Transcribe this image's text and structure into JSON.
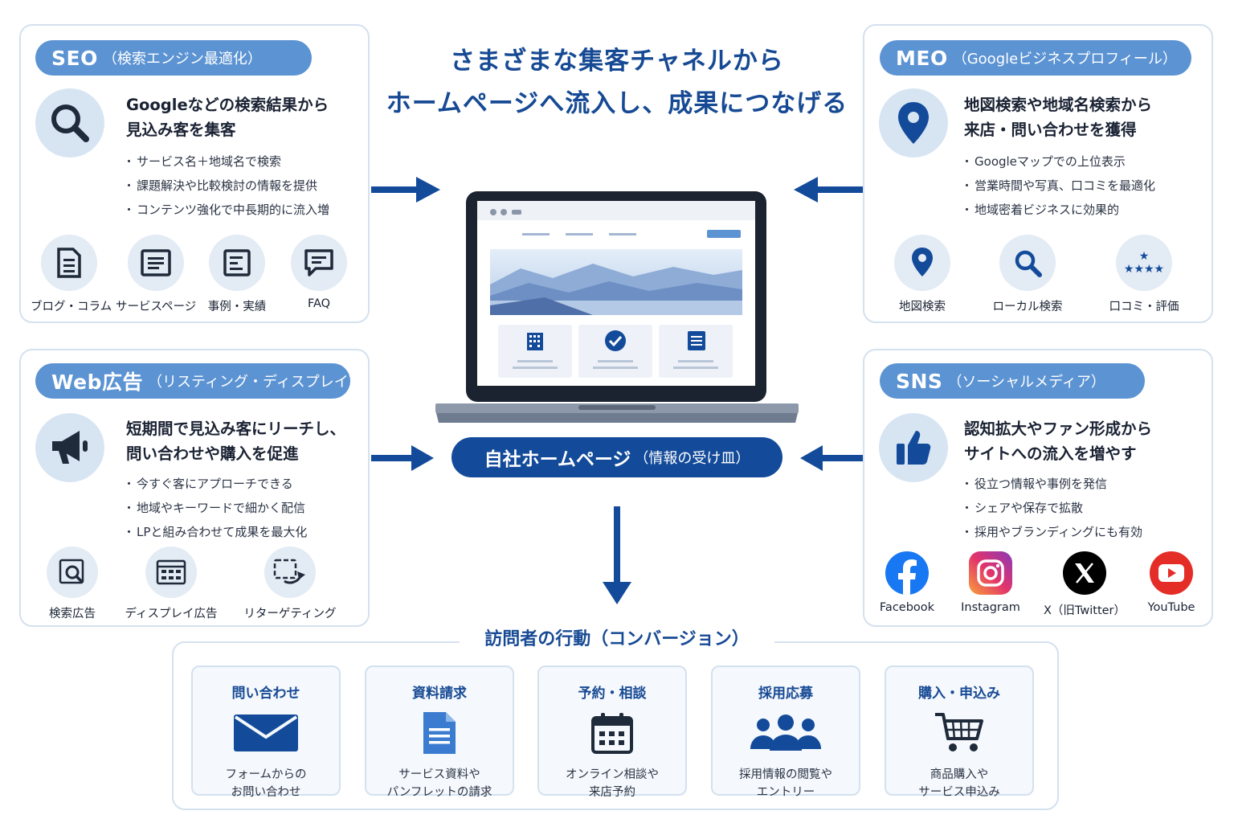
{
  "title": {
    "line1": "さまざまな集客チャネルから",
    "line2": "ホームページへ流入し、成果につなげる"
  },
  "center": {
    "main": "自社ホームページ",
    "sub": "（情報の受け皿）"
  },
  "seo": {
    "pill_main": "SEO",
    "pill_sub": "（検索エンジン最適化）",
    "headline1": "Googleなどの検索結果から",
    "headline2": "見込み客を集客",
    "bullets": [
      "サービス名＋地域名で検索",
      "課題解決や比較検討の情報を提供",
      "コンテンツ強化で中長期的に流入増"
    ],
    "icons": [
      "ブログ・コラム",
      "サービスページ",
      "事例・実績",
      "FAQ"
    ]
  },
  "meo": {
    "pill_main": "MEO",
    "pill_sub": "（Googleビジネスプロフィール）",
    "headline1": "地図検索や地域名検索から",
    "headline2": "来店・問い合わせを獲得",
    "bullets": [
      "Googleマップでの上位表示",
      "営業時間や写真、口コミを最適化",
      "地域密着ビジネスに効果的"
    ],
    "icons": [
      "地図検索",
      "ローカル検索",
      "口コミ・評価"
    ]
  },
  "web": {
    "pill_main": "Web広告",
    "pill_sub": "（リスティング・ディスプレイ）",
    "headline1": "短期間で見込み客にリーチし、",
    "headline2": "問い合わせや購入を促進",
    "bullets": [
      "今すぐ客にアプローチできる",
      "地域やキーワードで細かく配信",
      "LPと組み合わせて成果を最大化"
    ],
    "icons": [
      "検索広告",
      "ディスプレイ広告",
      "リターゲティング"
    ]
  },
  "sns": {
    "pill_main": "SNS",
    "pill_sub": "（ソーシャルメディア）",
    "headline1": "認知拡大やファン形成から",
    "headline2": "サイトへの流入を増やす",
    "bullets": [
      "役立つ情報や事例を発信",
      "シェアや保存で拡散",
      "採用やブランディングにも有効"
    ],
    "icons": [
      "Facebook",
      "Instagram",
      "X（旧Twitter）",
      "YouTube"
    ]
  },
  "conversion": {
    "title": "訪問者の行動（コンバージョン）",
    "cards": [
      {
        "title": "問い合わせ",
        "line1": "フォームからの",
        "line2": "お問い合わせ"
      },
      {
        "title": "資料請求",
        "line1": "サービス資料や",
        "line2": "パンフレットの請求"
      },
      {
        "title": "予約・相談",
        "line1": "オンライン相談や",
        "line2": "来店予約"
      },
      {
        "title": "採用応募",
        "line1": "採用情報の閲覧や",
        "line2": "エントリー"
      },
      {
        "title": "購入・申込み",
        "line1": "商品購入や",
        "line2": "サービス申込み"
      }
    ]
  },
  "colors": {
    "primary": "#134b9a",
    "accent": "#5b93d3",
    "icon_bg": "#d7e5f3",
    "border": "#d4e1ef"
  }
}
